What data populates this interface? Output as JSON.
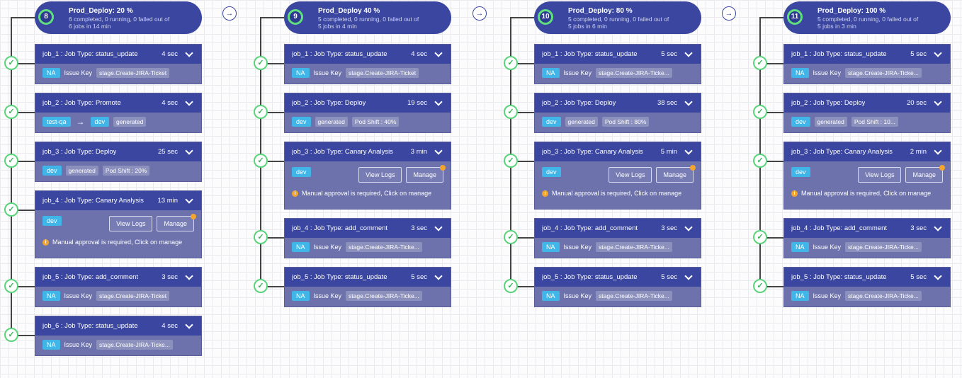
{
  "app": {
    "arrow_icon": "arrow-right-icon",
    "check_icon": "checkmark-icon",
    "approval_note": "Manual approval is required, Click on manage",
    "view_logs_label": "View Logs",
    "manage_label": "Manage",
    "issue_key_label": "Issue Key",
    "accent_color": "#3a46a0",
    "success_color": "#5ee07c",
    "warning_color": "#f3a52d"
  },
  "stages": [
    {
      "num": "8",
      "title": "Prod_Deploy: 20 %",
      "status": "6 completed, 0 running, 0 failed out of",
      "summary": "6 jobs in 14 min",
      "jobs": [
        {
          "title": "job_1 : Job Type: status_update",
          "dur": "4 sec",
          "type": "issue",
          "tag": "NA",
          "issue_value": "stage.Create-JIRA-Ticket"
        },
        {
          "title": "job_2 : Job Type: Promote",
          "dur": "4 sec",
          "type": "promote",
          "from": "test-qa",
          "to": "dev",
          "extra": "generated"
        },
        {
          "title": "job_3 : Job Type: Deploy",
          "dur": "25 sec",
          "type": "deploy",
          "tag": "dev",
          "extra": "generated",
          "pod": "Pod Shift : 20%"
        },
        {
          "title": "job_4 : Job Type: Canary Analysis",
          "dur": "13 min",
          "type": "canary",
          "tag": "dev"
        },
        {
          "title": "job_5 : Job Type: add_comment",
          "dur": "3 sec",
          "type": "issue",
          "tag": "NA",
          "issue_value": "stage.Create-JIRA-Ticket"
        },
        {
          "title": "job_6 : Job Type: status_update",
          "dur": "4 sec",
          "type": "issue",
          "tag": "NA",
          "issue_value": "stage.Create-JIRA-Ticke..."
        }
      ]
    },
    {
      "num": "9",
      "title": "Prod_Deploy 40 %",
      "status": "5 completed, 0 running, 0 failed out of",
      "summary": "5 jobs in 4 min",
      "jobs": [
        {
          "title": "job_1 : Job Type: status_update",
          "dur": "4 sec",
          "type": "issue",
          "tag": "NA",
          "issue_value": "stage.Create-JIRA-Ticket"
        },
        {
          "title": "job_2 : Job Type: Deploy",
          "dur": "19 sec",
          "type": "deploy",
          "tag": "dev",
          "extra": "generated",
          "pod": "Pod Shift : 40%"
        },
        {
          "title": "job_3 : Job Type: Canary Analysis",
          "dur": "3 min",
          "type": "canary",
          "tag": "dev"
        },
        {
          "title": "job_4 : Job Type: add_comment",
          "dur": "3 sec",
          "type": "issue",
          "tag": "NA",
          "issue_value": "stage.Create-JIRA-Ticke..."
        },
        {
          "title": "job_5 : Job Type: status_update",
          "dur": "5 sec",
          "type": "issue",
          "tag": "NA",
          "issue_value": "stage.Create-JIRA-Ticke..."
        }
      ]
    },
    {
      "num": "10",
      "title": "Prod_Deploy: 80 %",
      "status": "5 completed, 0 running, 0 failed out of",
      "summary": "5 jobs in 6 min",
      "jobs": [
        {
          "title": "job_1 : Job Type: status_update",
          "dur": "5 sec",
          "type": "issue",
          "tag": "NA",
          "issue_value": "stage.Create-JIRA-Ticke..."
        },
        {
          "title": "job_2 : Job Type: Deploy",
          "dur": "38 sec",
          "type": "deploy",
          "tag": "dev",
          "extra": "generated",
          "pod": "Pod Shift : 80%"
        },
        {
          "title": "job_3 : Job Type: Canary Analysis",
          "dur": "5 min",
          "type": "canary",
          "tag": "dev"
        },
        {
          "title": "job_4 : Job Type: add_comment",
          "dur": "3 sec",
          "type": "issue",
          "tag": "NA",
          "issue_value": "stage.Create-JIRA-Ticke..."
        },
        {
          "title": "job_5 : Job Type: status_update",
          "dur": "5 sec",
          "type": "issue",
          "tag": "NA",
          "issue_value": "stage.Create-JIRA-Ticke..."
        }
      ]
    },
    {
      "num": "11",
      "title": "Prod_Deploy: 100 %",
      "status": "5 completed, 0 running, 0 failed out of",
      "summary": "5 jobs in 3 min",
      "jobs": [
        {
          "title": "job_1 : Job Type: status_update",
          "dur": "5 sec",
          "type": "issue",
          "tag": "NA",
          "issue_value": "stage.Create-JIRA-Ticke..."
        },
        {
          "title": "job_2 : Job Type: Deploy",
          "dur": "20 sec",
          "type": "deploy",
          "tag": "dev",
          "extra": "generated",
          "pod": "Pod Shift : 10..."
        },
        {
          "title": "job_3 : Job Type: Canary Analysis",
          "dur": "2 min",
          "type": "canary",
          "tag": "dev"
        },
        {
          "title": "job_4 : Job Type: add_comment",
          "dur": "3 sec",
          "type": "issue",
          "tag": "NA",
          "issue_value": "stage.Create-JIRA-Ticke..."
        },
        {
          "title": "job_5 : Job Type: status_update",
          "dur": "5 sec",
          "type": "issue",
          "tag": "NA",
          "issue_value": "stage.Create-JIRA-Ticke..."
        }
      ]
    }
  ]
}
